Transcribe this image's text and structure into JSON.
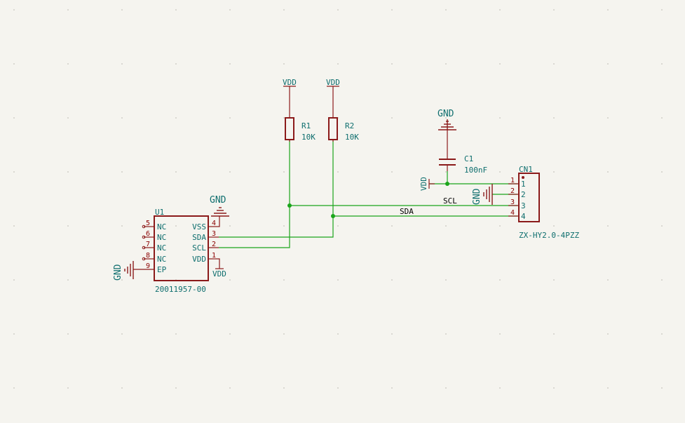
{
  "u1": {
    "ref": "U1",
    "value": "20011957-00",
    "pins": [
      {
        "num": "5",
        "name": "NC"
      },
      {
        "num": "6",
        "name": "NC"
      },
      {
        "num": "7",
        "name": "NC"
      },
      {
        "num": "8",
        "name": "NC"
      },
      {
        "num": "9",
        "name": "EP"
      },
      {
        "num": "4",
        "name": "VSS"
      },
      {
        "num": "3",
        "name": "SDA"
      },
      {
        "num": "2",
        "name": "SCL"
      },
      {
        "num": "1",
        "name": "VDD"
      }
    ]
  },
  "r1": {
    "ref": "R1",
    "value": "10K"
  },
  "r2": {
    "ref": "R2",
    "value": "10K"
  },
  "c1": {
    "ref": "C1",
    "value": "100nF"
  },
  "cn1": {
    "ref": "CN1",
    "value": "ZX-HY2.0-4PZZ",
    "pins": [
      {
        "num": "1",
        "name": "1"
      },
      {
        "num": "2",
        "name": "2"
      },
      {
        "num": "3",
        "name": "3"
      },
      {
        "num": "4",
        "name": "4"
      }
    ]
  },
  "power": {
    "vdd": "VDD",
    "gnd": "GND"
  },
  "nets": {
    "scl": "SCL",
    "sda": "SDA"
  }
}
